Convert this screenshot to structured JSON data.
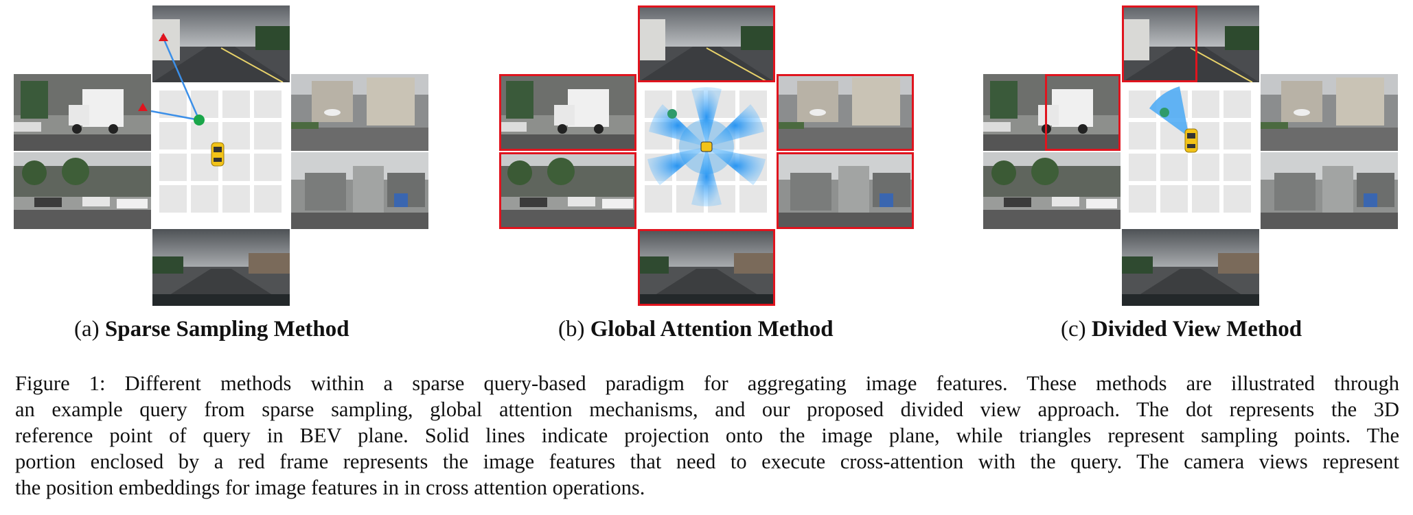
{
  "figure": {
    "panels": [
      {
        "letter": "(a)",
        "title": "Sparse Sampling Method"
      },
      {
        "letter": "(b)",
        "title": "Global Attention Method"
      },
      {
        "letter": "(c)",
        "title": "Divided View Method"
      }
    ],
    "caption_lines": [
      "Figure 1: Different methods within a sparse query-based paradigm for aggregating image features. These methods are illustrated through",
      "an example query from sparse sampling, global attention mechanisms, and our proposed divided view approach. The dot represents the 3D",
      "reference point of query in BEV plane. Solid lines indicate projection onto the image plane, while triangles represent sampling points. The",
      "portion enclosed by a red frame represents the image features that need to execute cross-attention with the query. The camera views represent",
      "the position embeddings for image features in in cross attention operations."
    ]
  },
  "colors": {
    "highlight_frame": "#e0141e",
    "query_dot": "#1aa64a",
    "sample_triangle": "#e0141e",
    "projection_line": "#3b8fe8",
    "attention_fan": "#2a9df4",
    "ego_car": "#f2c318",
    "bev_cell": "#e6e6e6"
  }
}
